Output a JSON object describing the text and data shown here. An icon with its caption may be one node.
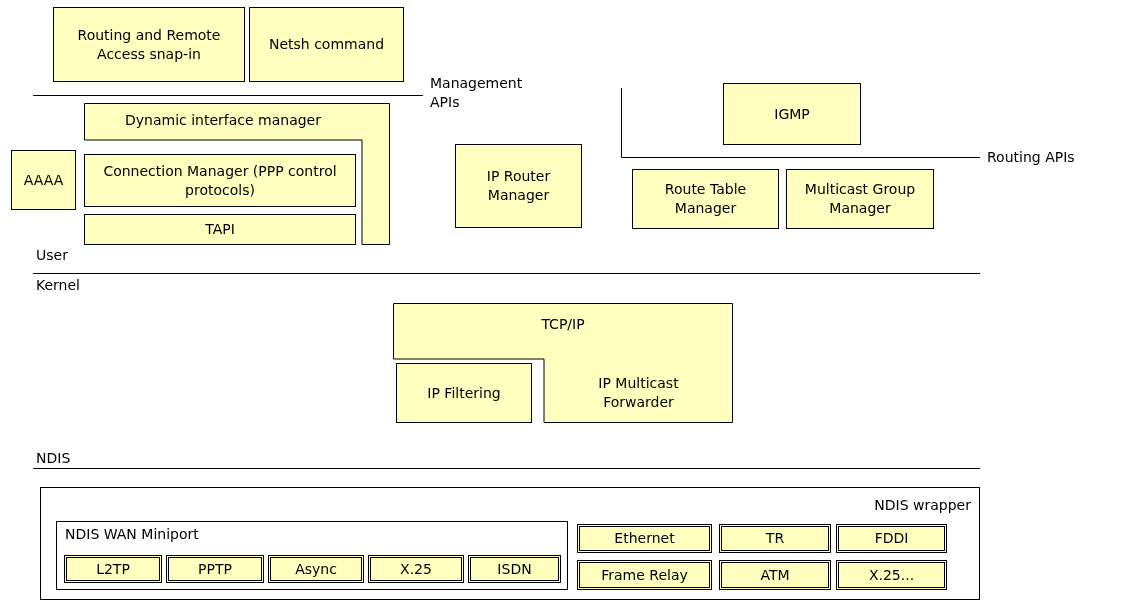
{
  "diagram": {
    "nodes": [
      {
        "text": [
          "Routing and Remote Access snap-in"
        ]
      },
      {
        "text": [
          "Netsh command"
        ]
      },
      {
        "text": [
          "Dynamic interface manager"
        ]
      },
      {
        "text": [
          "AAAA"
        ]
      },
      {
        "text": [
          "Connection Manager (PPP control protocols)"
        ]
      },
      {
        "text": [
          "TAPI"
        ]
      },
      {
        "text": [
          "IP Router Manager"
        ]
      },
      {
        "text": [
          "IGMP"
        ]
      },
      {
        "text": [
          "Route Table Manager"
        ]
      },
      {
        "text": [
          "Multicast Group Manager"
        ]
      },
      {
        "text": [
          "TCP/IP",
          "IP Multicast Forwarder"
        ]
      },
      {
        "text": [
          "IP Filtering"
        ]
      },
      {
        "text": [
          "NDIS wrapper"
        ]
      },
      {
        "text": [
          "NDIS WAN Miniport"
        ],
        "in": 12
      },
      {
        "text": [
          "L2TP"
        ],
        "in": 13
      },
      {
        "text": [
          "PPTP"
        ],
        "in": 13
      },
      {
        "text": [
          "Async"
        ],
        "in": 13
      },
      {
        "text": [
          "X.25"
        ],
        "in": 13
      },
      {
        "text": [
          "ISDN"
        ],
        "in": 13
      },
      {
        "text": [
          "Ethernet"
        ],
        "in": 12
      },
      {
        "text": [
          "TR"
        ],
        "in": 12
      },
      {
        "text": [
          "FDDI"
        ],
        "in": 12
      },
      {
        "text": [
          "Frame Relay"
        ],
        "in": 12
      },
      {
        "text": [
          "ATM"
        ],
        "in": 12
      },
      {
        "text": [
          "X.25..."
        ],
        "in": 12
      }
    ],
    "labels": [
      "Management APIs",
      "Routing APIs",
      "User",
      "Kernel",
      "NDIS"
    ]
  }
}
